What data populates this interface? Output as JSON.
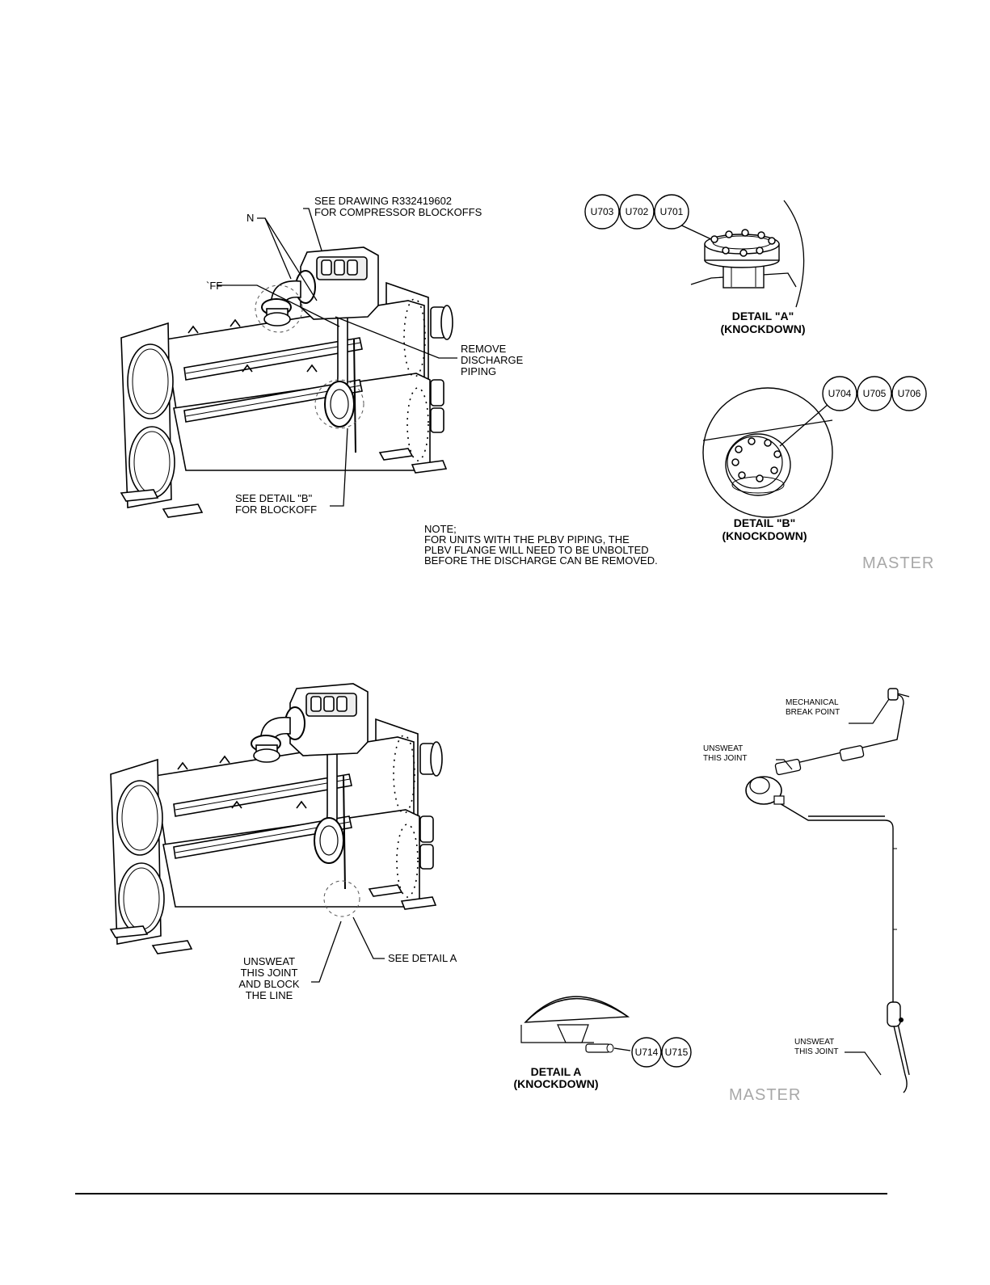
{
  "top_figure": {
    "see_drawing_line1": "SEE DRAWING R332419602",
    "see_drawing_line2": "FOR COMPRESSOR BLOCKOFFS",
    "callout_n": "N",
    "callout_ff": "`FF",
    "remove_line1": "REMOVE",
    "remove_line2": "DISCHARGE",
    "remove_line3": "PIPING",
    "see_detail_b_line1": "SEE DETAIL \"B\"",
    "see_detail_b_line2": "FOR BLOCKOFF",
    "note_line1": "NOTE;",
    "note_line2": "FOR UNITS WITH THE PLBV PIPING, THE",
    "note_line3": "PLBV FLANGE WILL NEED TO BE UNBOLTED",
    "note_line4": "BEFORE THE DISCHARGE CAN BE REMOVED.",
    "detail_a_balloons": [
      "U703",
      "U702",
      "U701"
    ],
    "detail_a_title": "DETAIL \"A\"",
    "detail_a_sub": "(KNOCKDOWN)",
    "detail_b_balloons": [
      "U704",
      "U705",
      "U706"
    ],
    "detail_b_title": "DETAIL \"B\"",
    "detail_b_sub": "(KNOCKDOWN)",
    "stamp": "MASTER"
  },
  "bottom_figure": {
    "unsweat_line1": "UNSWEAT",
    "unsweat_line2": "THIS JOINT",
    "unsweat_line3": "AND BLOCK",
    "unsweat_line4": "THE LINE",
    "see_detail_a": "SEE DETAIL A",
    "detail_a_balloons": [
      "U714",
      "U715"
    ],
    "detail_a_title": "DETAIL A",
    "detail_a_sub": "(KNOCKDOWN)",
    "mech_line1": "MECHANICAL",
    "mech_line2": "BREAK POINT",
    "unsweat_top_line1": "UNSWEAT",
    "unsweat_top_line2": "THIS JOINT",
    "unsweat_bottom_line1": "UNSWEAT",
    "unsweat_bottom_line2": "THIS JOINT",
    "stamp": "MASTER"
  }
}
